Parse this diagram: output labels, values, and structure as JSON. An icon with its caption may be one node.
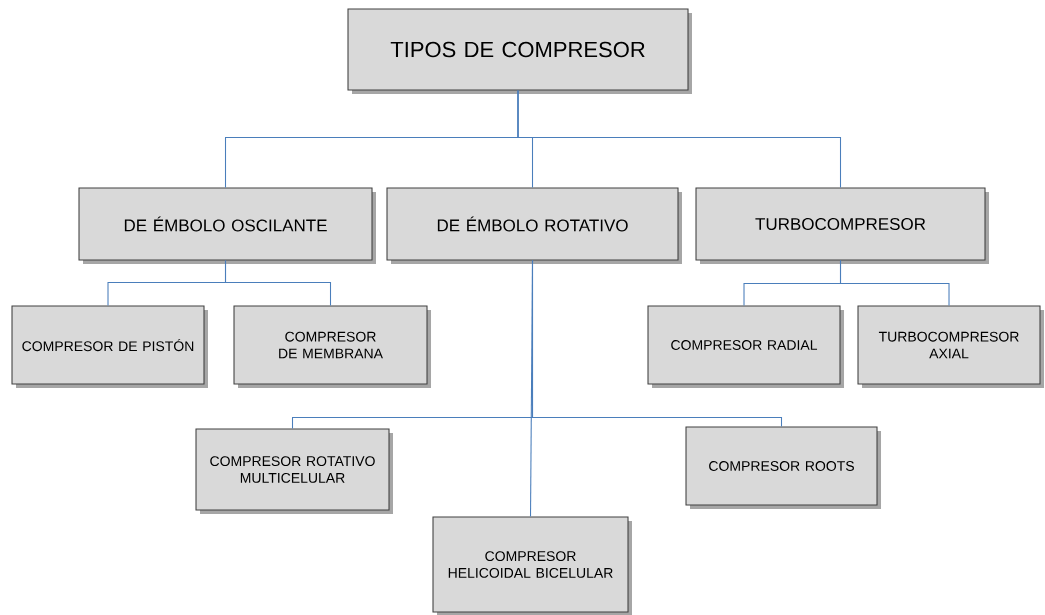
{
  "diagram": {
    "nodes": [
      {
        "text": [
          "TIPOS DE COMPRESOR"
        ]
      },
      {
        "text": [
          "DE ÉMBOLO OSCILANTE"
        ]
      },
      {
        "text": [
          "DE ÉMBOLO ROTATIVO"
        ]
      },
      {
        "text": [
          "TURBOCOMPRESOR"
        ]
      },
      {
        "text": [
          "COMPRESOR DE PISTÓN"
        ]
      },
      {
        "text": [
          "COMPRESOR DE MEMBRANA"
        ]
      },
      {
        "text": [
          "COMPRESOR RADIAL"
        ]
      },
      {
        "text": [
          "TURBOCOMPRESOR AXIAL"
        ]
      },
      {
        "text": [
          "COMPRESOR ROTATIVO MULTICELULAR"
        ]
      },
      {
        "text": [
          "COMPRESOR HELICOIDAL BICELULAR"
        ]
      },
      {
        "text": [
          "COMPRESOR ROOTS"
        ]
      }
    ],
    "edges": [
      {
        "from": 0,
        "to": 1,
        "arrow": "none"
      },
      {
        "from": 0,
        "to": 2,
        "arrow": "none"
      },
      {
        "from": 0,
        "to": 3,
        "arrow": "none"
      },
      {
        "from": 1,
        "to": 4,
        "arrow": "none"
      },
      {
        "from": 1,
        "to": 5,
        "arrow": "none"
      },
      {
        "from": 3,
        "to": 6,
        "arrow": "none"
      },
      {
        "from": 3,
        "to": 7,
        "arrow": "none"
      },
      {
        "from": 2,
        "to": 8,
        "arrow": "none"
      },
      {
        "from": 2,
        "to": 9,
        "arrow": "none"
      },
      {
        "from": 2,
        "to": 10,
        "arrow": "none"
      }
    ]
  }
}
